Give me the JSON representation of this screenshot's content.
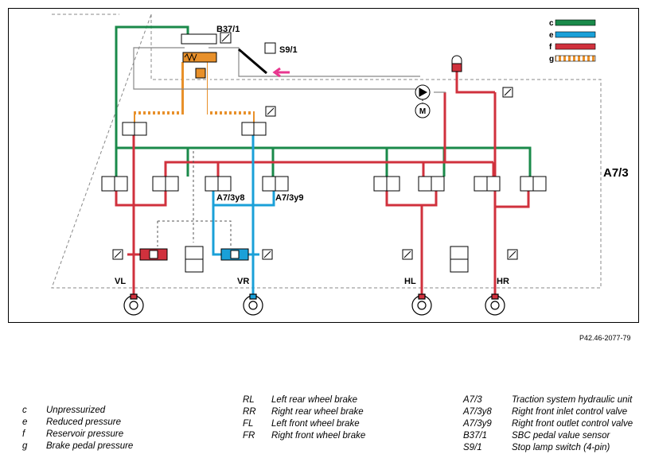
{
  "diagram": {
    "labels": {
      "b37": "B37/1",
      "s9": "S9/1",
      "a73": "A7/3",
      "a73y8": "A7/3y8",
      "a73y9": "A7/3y9",
      "vl": "VL",
      "vr": "VR",
      "hl": "HL",
      "hr": "HR",
      "motor": "M"
    },
    "key": [
      {
        "letter": "c",
        "color": "#1a8a4a",
        "pattern": "solid"
      },
      {
        "letter": "e",
        "color": "#1aa0d8",
        "pattern": "solid"
      },
      {
        "letter": "f",
        "color": "#d0313d",
        "pattern": "solid"
      },
      {
        "letter": "g",
        "color": "#e8902a",
        "pattern": "dashed"
      }
    ]
  },
  "figure_ref": "P42.46-2077-79",
  "legend": {
    "col1": [
      {
        "k": "c",
        "v": "Unpressurized"
      },
      {
        "k": "e",
        "v": "Reduced pressure"
      },
      {
        "k": "f",
        "v": "Reservoir pressure"
      },
      {
        "k": "g",
        "v": "Brake pedal pressure"
      }
    ],
    "col2": [
      {
        "k": "RL",
        "v": "Left rear wheel brake"
      },
      {
        "k": "RR",
        "v": "Right rear wheel brake"
      },
      {
        "k": "FL",
        "v": "Left front wheel brake"
      },
      {
        "k": "FR",
        "v": "Right front wheel brake"
      }
    ],
    "col3": [
      {
        "k": "A7/3",
        "v": "Traction system hydraulic unit"
      },
      {
        "k": "A7/3y8",
        "v": "Right front inlet control valve"
      },
      {
        "k": "A7/3y9",
        "v": "Right front outlet control valve"
      },
      {
        "k": "B37/1",
        "v": "SBC pedal value sensor"
      },
      {
        "k": "S9/1",
        "v": "Stop lamp switch (4-pin)"
      }
    ]
  }
}
